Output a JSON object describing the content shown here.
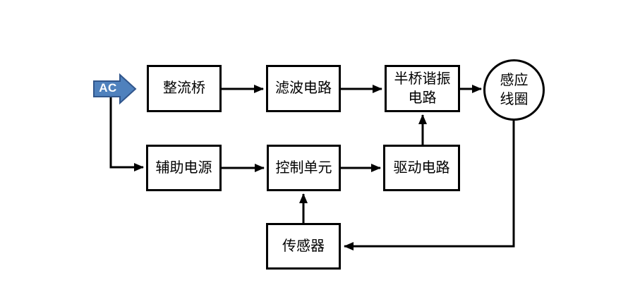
{
  "diagram": {
    "background_color": "#ffffff",
    "line_color": "#000000",
    "ac_source": {
      "label": "AC",
      "fill_color": "#4f81bd",
      "border_color": "#31568c",
      "text_color": "#ffffff"
    },
    "nodes": {
      "rectifier": {
        "label": "整流桥"
      },
      "filter": {
        "label": "滤波电路"
      },
      "half_bridge": {
        "label": "半桥谐振\n电路"
      },
      "coil": {
        "label": "感应\n线圈"
      },
      "aux_power": {
        "label": "辅助电源"
      },
      "control_unit": {
        "label": "控制单元"
      },
      "driver": {
        "label": "驱动电路"
      },
      "sensor": {
        "label": "传感器"
      }
    },
    "edges": [
      {
        "from": "AC",
        "to": "辅助电源"
      },
      {
        "from": "整流桥",
        "to": "滤波电路"
      },
      {
        "from": "滤波电路",
        "to": "半桥谐振电路"
      },
      {
        "from": "半桥谐振电路",
        "to": "感应线圈"
      },
      {
        "from": "辅助电源",
        "to": "控制单元"
      },
      {
        "from": "控制单元",
        "to": "驱动电路"
      },
      {
        "from": "驱动电路",
        "to": "半桥谐振电路"
      },
      {
        "from": "传感器",
        "to": "控制单元"
      },
      {
        "from": "感应线圈",
        "to": "传感器"
      }
    ]
  }
}
